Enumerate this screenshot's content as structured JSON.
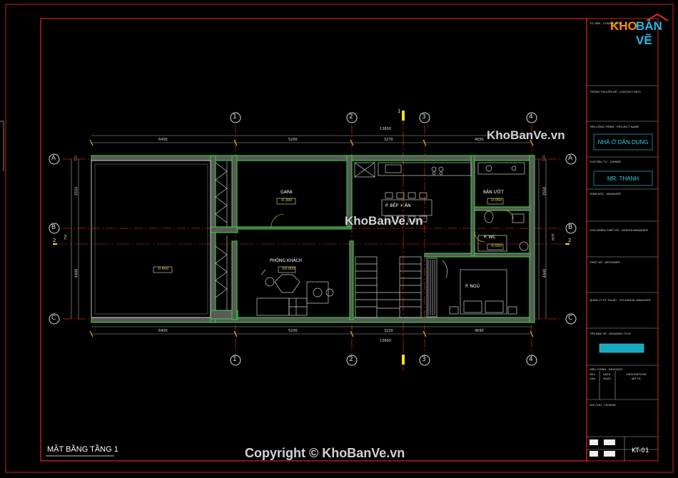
{
  "drawing": {
    "title": "MẶT BẰNG TẦNG 1",
    "sheet_no": "KT-01",
    "copyright": "Copyright © KhoBanVe.vn",
    "watermarks": [
      "KhoBanVe.vn",
      "KhoBanVe.vn"
    ],
    "grid_columns": [
      "1",
      "2",
      "3",
      "4"
    ],
    "grid_rows": [
      "A",
      "B",
      "C"
    ],
    "section_mark": "1",
    "section_mark_side": "2"
  },
  "dimensions": {
    "top_segments": [
      "6400",
      "5200",
      "3270",
      "4650"
    ],
    "top_total": "13600",
    "bottom_segments": [
      "6400",
      "5200",
      "3220",
      "4690"
    ],
    "bottom_total": "13600",
    "left_segments": [
      "3550",
      "4440"
    ],
    "right_segments": [
      "3550",
      "4440"
    ],
    "left_small": [
      "111",
      "750"
    ],
    "right_small": [
      "111",
      "2670"
    ]
  },
  "rooms": {
    "gara": {
      "name": "GARA",
      "level": "-0.300"
    },
    "bep_an": {
      "name": "P. BẾP + ĂN",
      "level": ""
    },
    "tam_uot": {
      "name": "BẢN ƯỚT",
      "level": "-0.050"
    },
    "wc": {
      "name": "P. WC",
      "level": "-0.050"
    },
    "khach": {
      "name": "PHÒNG KHÁCH",
      "level": "±0.000"
    },
    "ngu": {
      "name": "P. NGỦ",
      "level": ""
    },
    "yard": {
      "name": "",
      "level": "-0.450"
    }
  },
  "title_block": {
    "consultant": "TƯ VẤN - CONSULTANT",
    "contact": "THÔNG TIN LIÊN HỆ - CONTACT INFO",
    "project_label": "TÊN CÔNG TRÌNH - PROJECT NAME",
    "project_value": "NHÀ Ở DÂN DỤNG",
    "owner_label": "CHỦ ĐẦU TƯ - OWNER",
    "owner_value": "MR. THÀNH",
    "director_label": "GIÁM ĐỐC - MANAGER",
    "design_manager_label": "CHỦ NHIỆM THIẾT KẾ - DESIGN MANAGER",
    "designer_label": "THIẾT KẾ - DESIGNER",
    "tech_label": "QUẢN LÝ KỸ THUẬT - TECHNICAL MANAGER",
    "drawing_title_label": "TÊN BẢN VẼ - DRAWING TITLE",
    "revision_label": "HIỆU CHỈNH - REVISION",
    "rev_cols": [
      "REV",
      "DATE",
      "DESCRIPTION"
    ],
    "rev_cols_vn": [
      "LẦN",
      "NGÀY",
      "MÔ TẢ"
    ],
    "notes_label": "GHI CHÚ - LEGEND"
  },
  "logo": {
    "part1": "KHO",
    "part2": "BẢN VẼ"
  },
  "colors": {
    "frame_red": "#d81e1e",
    "wall_green": "#39c23a",
    "wall_fill": "#5a5a5a",
    "axis_red": "#c81e1e",
    "dim_yellow": "#e0d020",
    "accent_cyan": "#2ad2e6",
    "level_yellow": "#f0e020"
  }
}
